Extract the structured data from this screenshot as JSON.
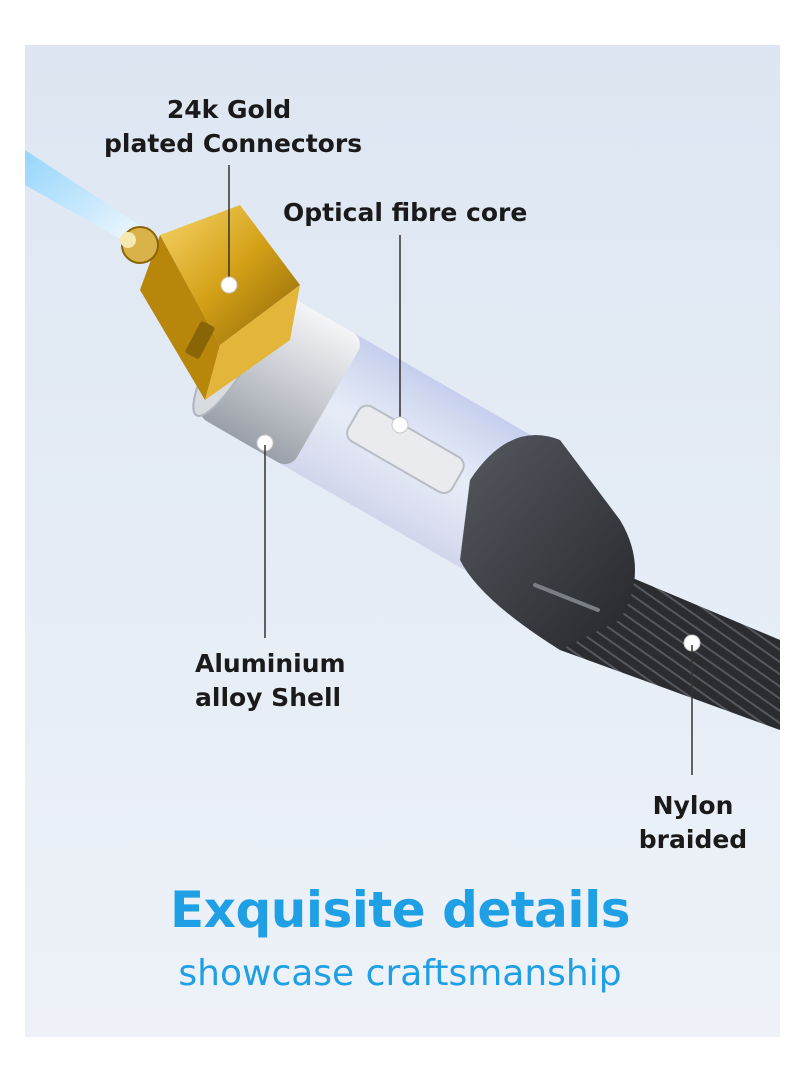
{
  "labels": {
    "gold_connectors": {
      "line1": "24k Gold",
      "line2": "plated Connectors"
    },
    "fibre_core": {
      "line1": "Optical fibre core"
    },
    "aluminium_shell": {
      "line1": "Aluminium",
      "line2": "alloy Shell"
    },
    "nylon_braided": {
      "line1": "Nylon",
      "line2": "braided"
    }
  },
  "headline": "Exquisite details",
  "subline": "showcase craftsmanship",
  "colors": {
    "accent": "#1f9fe4",
    "label_text": "#1a1a1a",
    "gold": "#d4a017",
    "silver": "#c9ccd2",
    "sleeve": "#3a3d42",
    "braid": "#2a2c30"
  }
}
